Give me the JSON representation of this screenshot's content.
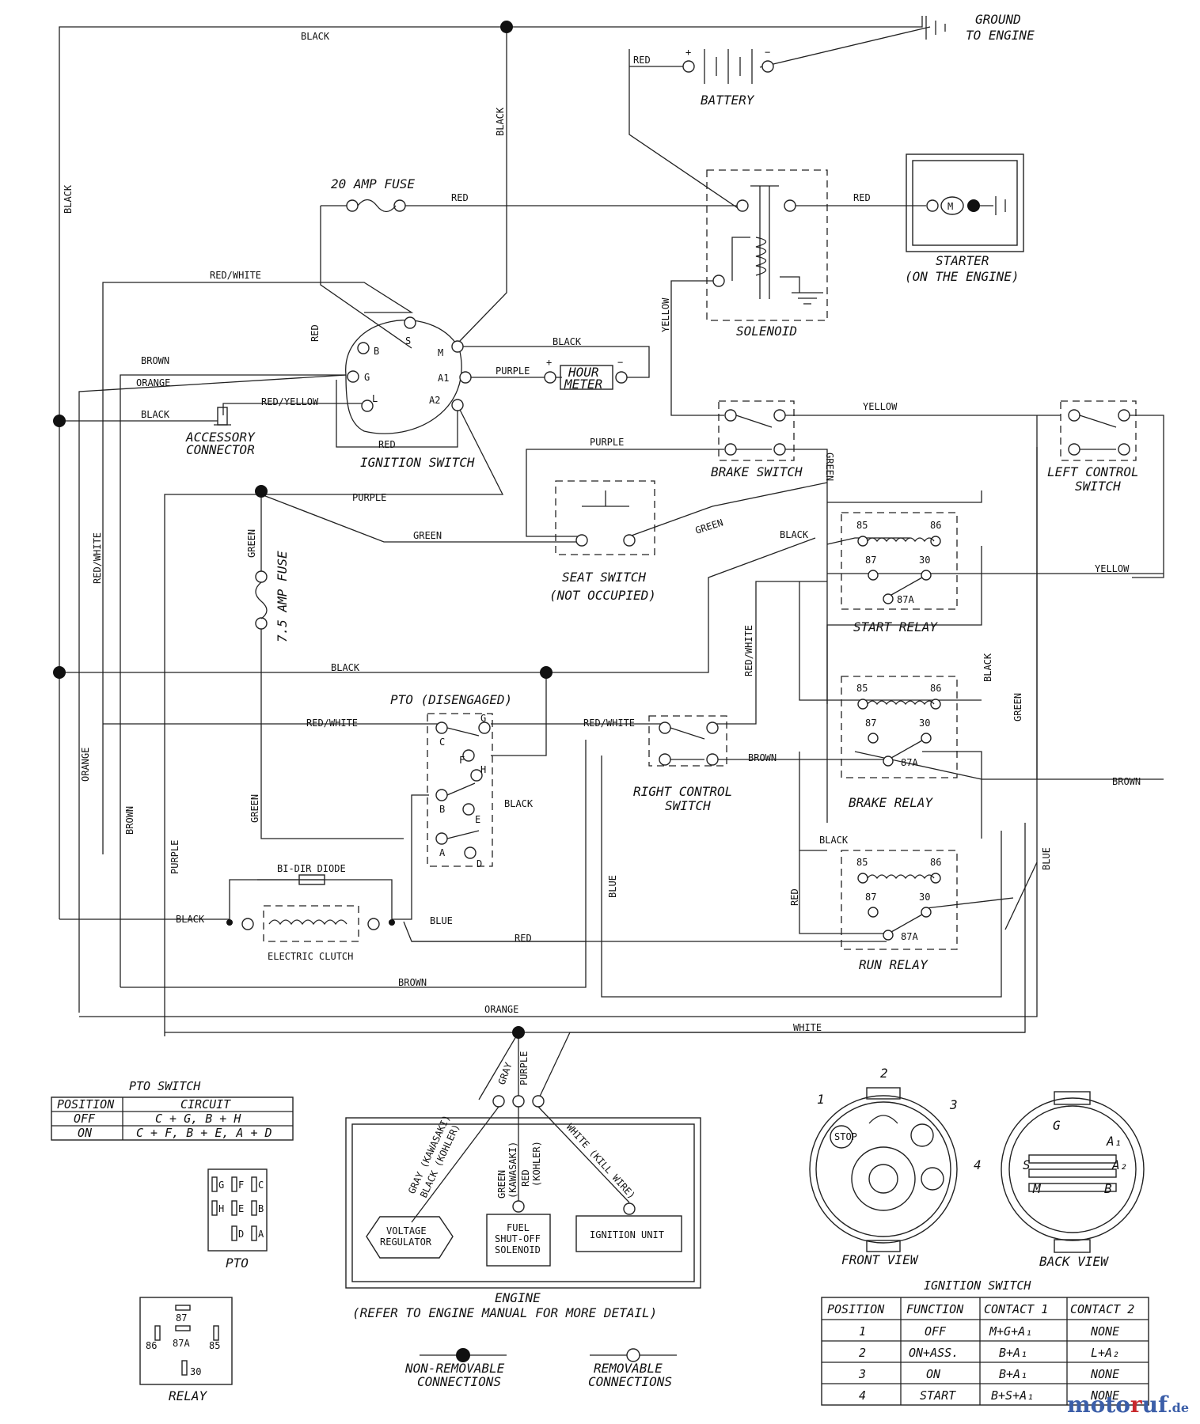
{
  "labels": {
    "ground_to_engine_1": "GROUND",
    "ground_to_engine_2": "TO ENGINE",
    "battery": "BATTERY",
    "solenoid": "SOLENOID",
    "starter_1": "STARTER",
    "starter_2": "(ON THE ENGINE)",
    "fuse_20": "20 AMP FUSE",
    "fuse_7_5": "7.5 AMP FUSE",
    "ignition_switch": "IGNITION SWITCH",
    "accessory_1": "ACCESSORY",
    "accessory_2": "CONNECTOR",
    "hour_meter_1": "HOUR",
    "hour_meter_2": "METER",
    "brake_switch": "BRAKE SWITCH",
    "left_control_1": "LEFT CONTROL",
    "left_control_2": "SWITCH",
    "seat_switch_1": "SEAT SWITCH",
    "seat_switch_2": "(NOT OCCUPIED)",
    "start_relay": "START RELAY",
    "brake_relay": "BRAKE RELAY",
    "run_relay": "RUN RELAY",
    "pto_disengaged": "PTO (DISENGAGED)",
    "right_control_1": "RIGHT CONTROL",
    "right_control_2": "SWITCH",
    "bi_dir_diode": "BI-DIR DIODE",
    "electric_clutch": "ELECTRIC CLUTCH",
    "engine_1": "ENGINE",
    "engine_2": "(REFER TO ENGINE MANUAL FOR MORE DETAIL)",
    "voltage_regulator_1": "VOLTAGE",
    "voltage_regulator_2": "REGULATOR",
    "fuel_shutoff_1": "FUEL",
    "fuel_shutoff_2": "SHUT-OFF",
    "fuel_shutoff_3": "SOLENOID",
    "ignition_unit": "IGNITION UNIT",
    "non_removable_1": "NON-REMOVABLE",
    "non_removable_2": "CONNECTIONS",
    "removable_1": "REMOVABLE",
    "removable_2": "CONNECTIONS",
    "pto_label": "PTO",
    "relay_label": "RELAY",
    "front_view": "FRONT VIEW",
    "back_view": "BACK VIEW",
    "pto_switch_table_title": "PTO SWITCH",
    "ignition_table_title": "IGNITION SWITCH",
    "engine_wire_gray": "GRAY (KAWASAKI)",
    "engine_wire_black": "BLACK (KOHLER)",
    "engine_wire_green": "GREEN",
    "engine_wire_green_2": "(KAWASAKI)",
    "engine_wire_red": "RED",
    "engine_wire_red_2": "(KOHLER)",
    "engine_wire_white": "WHITE (KILL WIRE)"
  },
  "wire_colors": {
    "black": "BLACK",
    "red": "RED",
    "red_white": "RED/WHITE",
    "red_yellow": "RED/YELLOW",
    "brown": "BROWN",
    "orange": "ORANGE",
    "purple": "PURPLE",
    "yellow": "YELLOW",
    "green": "GREEN",
    "blue": "BLUE",
    "white": "WHITE",
    "gray": "GRAY"
  },
  "terminals": {
    "ign_b": "B",
    "ign_s": "S",
    "ign_m": "M",
    "ign_g": "G",
    "ign_a1": "A1",
    "ign_l": "L",
    "ign_a2": "A2",
    "pto_c": "C",
    "pto_g": "G",
    "pto_f": "F",
    "pto_h": "H",
    "pto_b": "B",
    "pto_e": "E",
    "pto_a": "A",
    "pto_d": "D",
    "r85": "85",
    "r86": "86",
    "r87": "87",
    "r30": "30",
    "r87a": "87A",
    "plus": "+",
    "minus": "−",
    "motor": "M",
    "view_1": "1",
    "view_2": "2",
    "view_3": "3",
    "view_4": "4",
    "stop": "STOP"
  },
  "pto_switch_table": {
    "headers": [
      "POSITION",
      "CIRCUIT"
    ],
    "rows": [
      [
        "OFF",
        "C + G, B + H"
      ],
      [
        "ON",
        "C + F, B + E, A + D"
      ]
    ]
  },
  "ignition_switch_table": {
    "headers": [
      "POSITION",
      "FUNCTION",
      "CONTACT 1",
      "CONTACT 2"
    ],
    "rows": [
      [
        "1",
        "OFF",
        "M+G+A₁",
        "NONE"
      ],
      [
        "2",
        "ON+ASS.",
        "B+A₁",
        "L+A₂"
      ],
      [
        "3",
        "ON",
        "B+A₁",
        "NONE"
      ],
      [
        "4",
        "START",
        "B+S+A₁",
        "NONE"
      ]
    ]
  },
  "pto_connector_pins": [
    "G",
    "F",
    "C",
    "H",
    "E",
    "B",
    "D",
    "A"
  ],
  "relay_connector_pins": [
    "87",
    "86",
    "87A",
    "85",
    "30"
  ],
  "back_view_pins": [
    "G",
    "A₁",
    "S",
    "A₂",
    "M",
    "B"
  ],
  "brand": {
    "part1": "moto",
    "part2": "r",
    "part3": "uf",
    "tld": ".de"
  }
}
